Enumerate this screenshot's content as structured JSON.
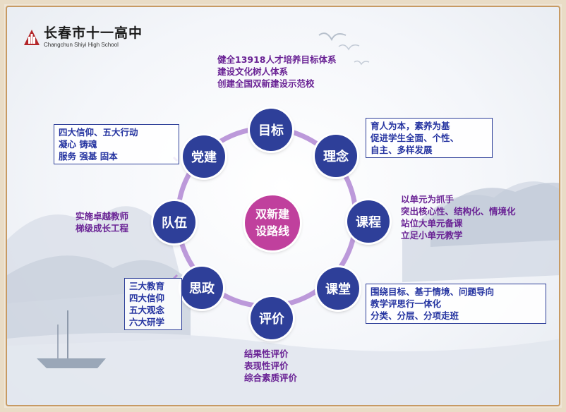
{
  "logo": {
    "name_cn": "长春市十一高中",
    "name_en": "Changchun Shiyi High School"
  },
  "center": {
    "line1": "双新建",
    "line2": "设路线"
  },
  "nodes": {
    "goal": "目标",
    "concept": "理念",
    "curriculum": "课程",
    "classroom": "课堂",
    "evaluation": "评价",
    "ideology": "思政",
    "team": "队伍",
    "party": "党建"
  },
  "texts": {
    "goal": [
      "健全13918人才培养目标体系",
      "建设文化树人体系",
      "创建全国双新建设示范校"
    ],
    "concept": [
      "育人为本，素养为基",
      "促进学生全面、个性、",
      "自主、多样发展"
    ],
    "curriculum": [
      "以单元为抓手",
      "突出核心性、结构化、情境化",
      "站位大单元备课",
      "立足小单元教学"
    ],
    "classroom": [
      "围绕目标、基于情境、问题导向",
      "教学评思行一体化",
      "分类、分层、分项走班"
    ],
    "evaluation": [
      "结果性评价",
      "表现性评价",
      "综合素质评价"
    ],
    "ideology": [
      "三大教育",
      "四大信仰",
      "五大观念",
      "六大研学"
    ],
    "team": [
      "实施卓越教师",
      "梯级成长工程"
    ],
    "party": [
      "四大信仰、五大行动",
      "凝心 铸魂",
      "服务 强基 固本"
    ]
  },
  "colors": {
    "node": "#2e3f99",
    "center": "#c0409d",
    "ring": "#b58ed6",
    "blue_text": "#2433a0",
    "purple_text": "#6a2395",
    "border": "#c79a63"
  }
}
